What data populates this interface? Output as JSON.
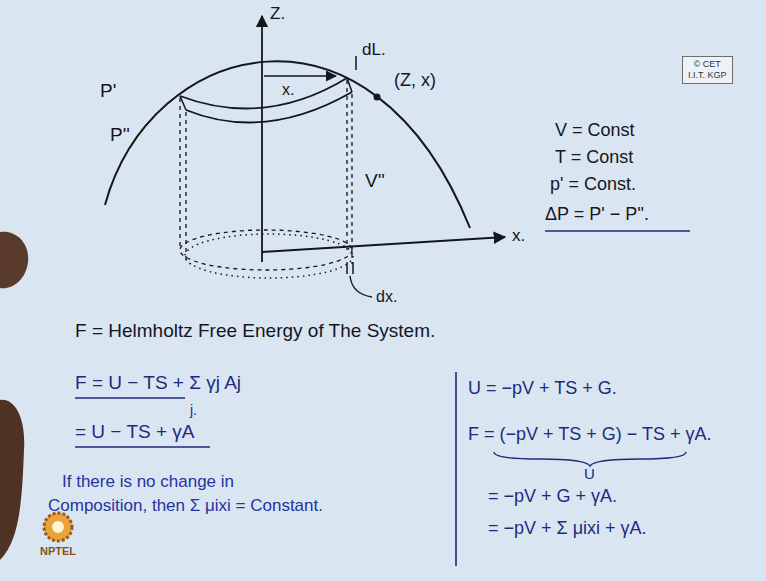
{
  "diagram": {
    "nodes": [
      {
        "text": [
          "© CET",
          "I.I.T. KGP"
        ]
      }
    ],
    "labels": [
      "Z.",
      "P'",
      "P''",
      "x.",
      "dL.",
      "(Z, x)",
      "V''",
      "x.",
      "dx.",
      "V = Const",
      "T = Const",
      "p' = Const.",
      "ΔP = P' − P''.",
      "F = Helmholtz Free Energy of The System.",
      "F = U − TS + Σ γj Aj",
      "j.",
      "= U − TS + γA",
      "If there is no change in",
      "Composition, then Σ μixi = Constant.",
      "U = −pV + TS + G.",
      "F = (−pV + TS + G) − TS + γA.",
      "U",
      "= −pV + G + γA.",
      "= −pV + Σ μixi + γA.",
      "NPTEL"
    ]
  }
}
